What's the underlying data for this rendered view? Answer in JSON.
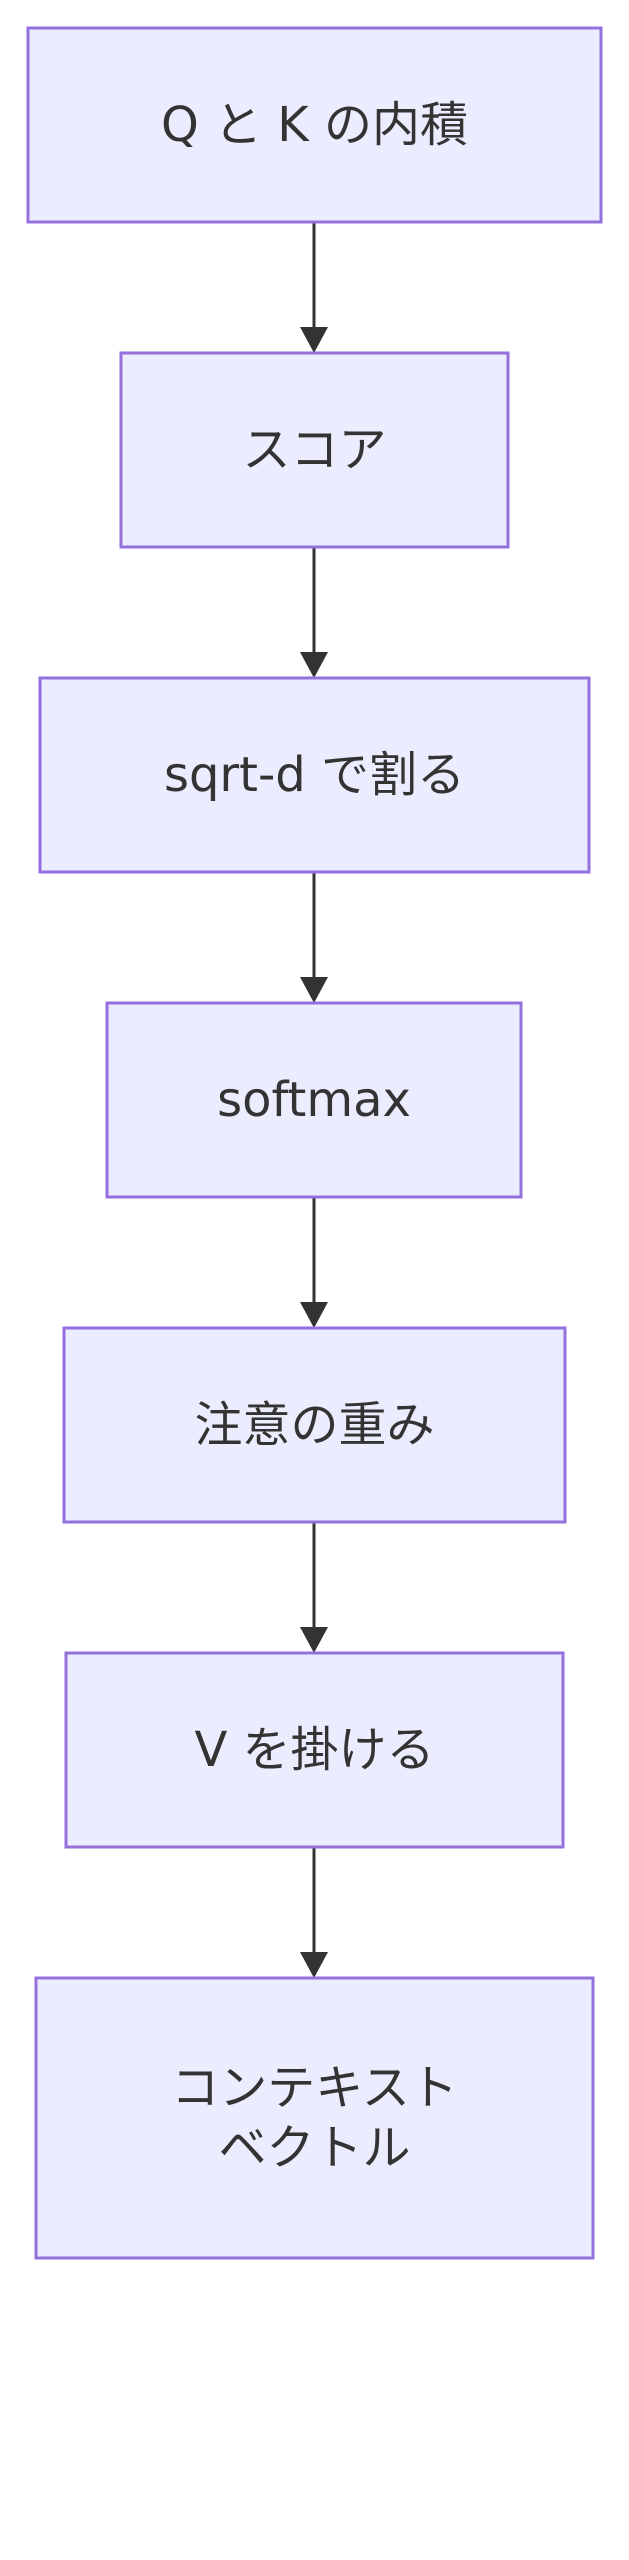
{
  "diagram": {
    "type": "flowchart",
    "direction": "top-down",
    "colors": {
      "node_fill": "#ececff",
      "node_stroke": "#9370db",
      "edge": "#333333",
      "text": "#333333"
    },
    "nodes": [
      {
        "id": "qk",
        "lines": [
          "Q と K の内積"
        ]
      },
      {
        "id": "score",
        "lines": [
          "スコア"
        ]
      },
      {
        "id": "scale",
        "lines": [
          "sqrt-d で割る"
        ]
      },
      {
        "id": "softmax",
        "lines": [
          "softmax"
        ]
      },
      {
        "id": "weights",
        "lines": [
          "注意の重み"
        ]
      },
      {
        "id": "mulv",
        "lines": [
          "V を掛ける"
        ]
      },
      {
        "id": "context",
        "lines": [
          "コンテキスト",
          "ベクトル"
        ]
      }
    ],
    "edges": [
      {
        "from": "qk",
        "to": "score"
      },
      {
        "from": "score",
        "to": "scale"
      },
      {
        "from": "scale",
        "to": "softmax"
      },
      {
        "from": "softmax",
        "to": "weights"
      },
      {
        "from": "weights",
        "to": "mulv"
      },
      {
        "from": "mulv",
        "to": "context"
      }
    ]
  }
}
